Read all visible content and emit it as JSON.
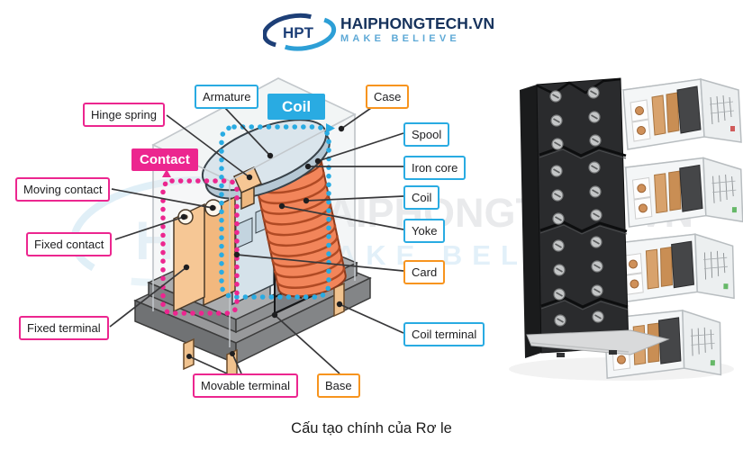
{
  "header": {
    "logo_mark": "HPT",
    "brand": "HAIPHONGTECH.VN",
    "tagline": "MAKE BELIEVE"
  },
  "watermark": {
    "logo_mark": "HPT",
    "brand": "HAIPHONGTECH.VN",
    "tagline": "MAKE BELIEVE"
  },
  "caption": "Cấu tạo chính của Rơ le",
  "diagram": {
    "groups": {
      "coil": "Coil",
      "contact": "Contact"
    },
    "labels": {
      "hinge_spring": "Hinge spring",
      "armature": "Armature",
      "case": "Case",
      "moving_contact": "Moving contact",
      "fixed_contact": "Fixed contact",
      "spool": "Spool",
      "iron_core": "Iron core",
      "coil": "Coil",
      "yoke": "Yoke",
      "card": "Card",
      "fixed_terminal": "Fixed terminal",
      "coil_terminal": "Coil terminal",
      "movable_terminal": "Movable terminal",
      "base": "Base"
    },
    "colors": {
      "coil_group": "#29abe2",
      "contact_group": "#ec268f",
      "case_group": "#f7941e"
    }
  }
}
